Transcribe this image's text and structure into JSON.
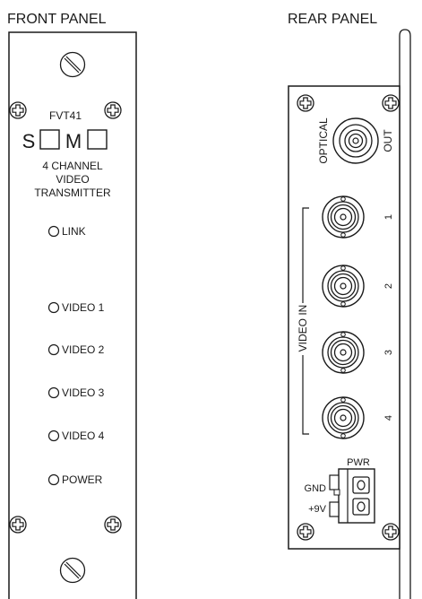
{
  "front_panel": {
    "heading": "FRONT PANEL",
    "model": "FVT41",
    "switch_s": "S",
    "switch_m": "M",
    "desc_line1": "4 CHANNEL",
    "desc_line2": "VIDEO",
    "desc_line3": "TRANSMITTER",
    "leds": [
      {
        "label": "LINK"
      },
      {
        "label": "VIDEO 1"
      },
      {
        "label": "VIDEO 2"
      },
      {
        "label": "VIDEO 3"
      },
      {
        "label": "VIDEO 4"
      },
      {
        "label": "POWER"
      }
    ]
  },
  "rear_panel": {
    "heading": "REAR PANEL",
    "optical_label": "OPTICAL",
    "out_label": "OUT",
    "video_in_label": "VIDEO IN",
    "bnc_labels": [
      "1",
      "2",
      "3",
      "4"
    ],
    "pwr_label": "PWR",
    "gnd_label": "GND",
    "plus9v_label": "+9V"
  },
  "icons": {
    "screw": "phillips-screw-icon",
    "slot_screw": "slotted-screw-icon",
    "led": "led-indicator-icon",
    "bnc": "bnc-connector-icon"
  }
}
